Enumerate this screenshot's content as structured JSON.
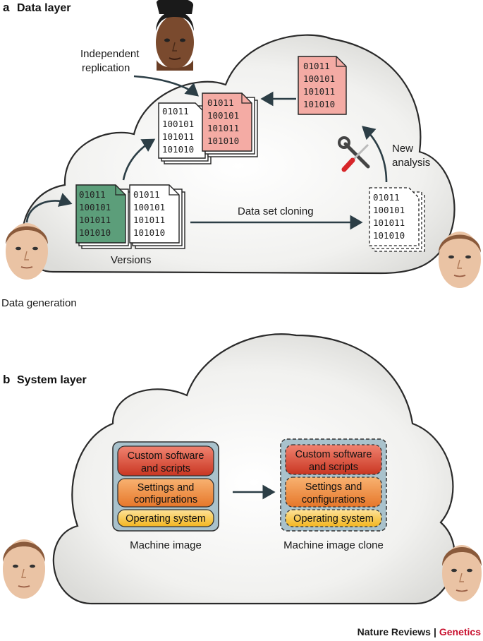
{
  "panel_a": {
    "letter": "a",
    "title": "Data layer",
    "labels": {
      "independent_line1": "Independent",
      "independent_line2": "replication",
      "new_line1": "New",
      "new_line2": "analysis",
      "cloning": "Data set cloning",
      "versions": "Versions",
      "generation": "Data generation"
    },
    "binary_rows": [
      "01011",
      "100101",
      "101011",
      "101010"
    ],
    "colors": {
      "green_doc": "#5c9e7a",
      "pink_doc": "#f4aba4",
      "arrow": "#2c3e46"
    }
  },
  "panel_b": {
    "letter": "b",
    "title": "System layer",
    "stack": {
      "custom_line1": "Custom software",
      "custom_line2": "and scripts",
      "settings_line1": "Settings and",
      "settings_line2": "configurations",
      "os": "Operating system"
    },
    "labels": {
      "machine_image": "Machine image",
      "machine_clone": "Machine image clone"
    },
    "colors": {
      "custom": "#d9412b",
      "settings": "#ee8a3a",
      "os": "#f7c335",
      "frame": "#a9c2cc"
    }
  },
  "footer": {
    "journal": "Nature Reviews",
    "separator": "|",
    "section": "Genetics"
  }
}
